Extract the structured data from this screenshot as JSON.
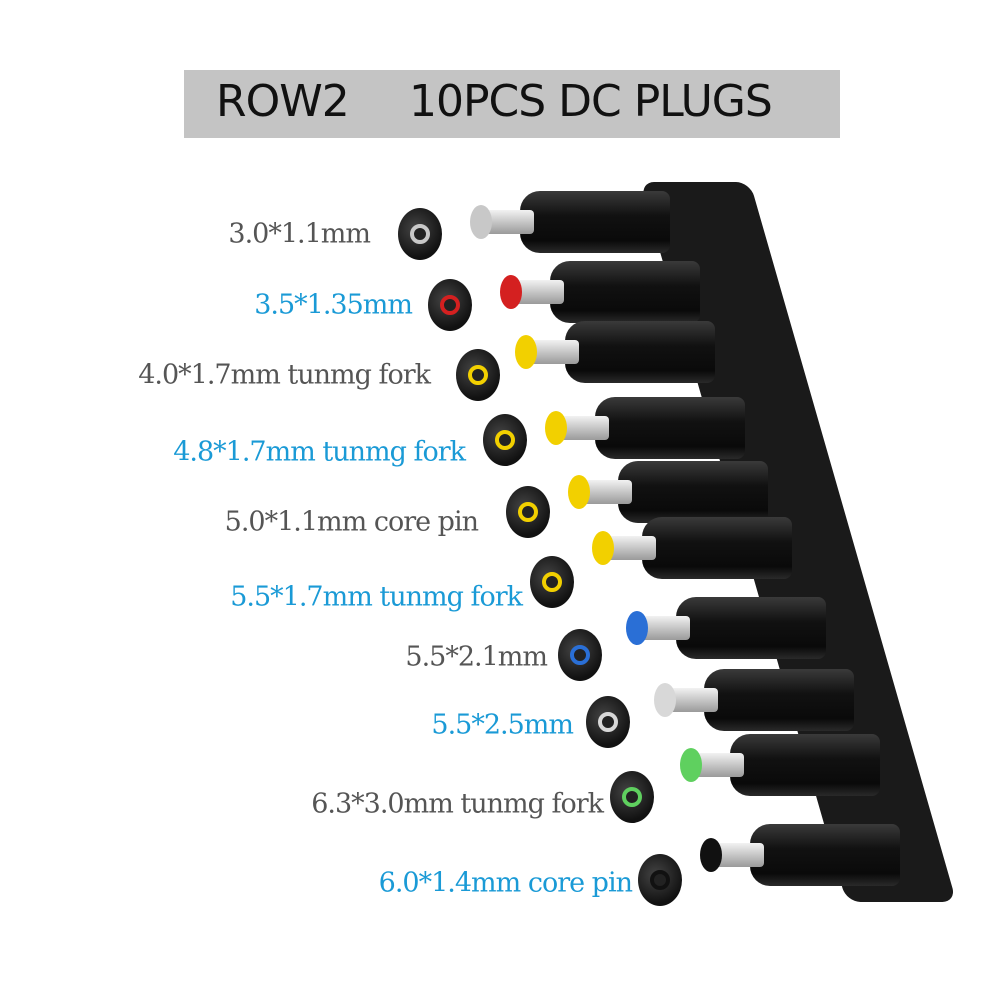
{
  "banner": {
    "row": "ROW2",
    "title": "10PCS DC PLUGS"
  },
  "plugs": [
    {
      "label": "3.0*1.1mm",
      "style": "gray",
      "tip_color": "#c8c8c8"
    },
    {
      "label": "3.5*1.35mm",
      "style": "blue",
      "tip_color": "#d42020"
    },
    {
      "label": "4.0*1.7mm tunmg fork",
      "style": "gray",
      "tip_color": "#f2d000"
    },
    {
      "label": "4.8*1.7mm tunmg fork",
      "style": "blue",
      "tip_color": "#f2d000"
    },
    {
      "label": "5.0*1.1mm core pin",
      "style": "gray",
      "tip_color": "#f2d000"
    },
    {
      "label": "5.5*1.7mm tunmg fork",
      "style": "blue",
      "tip_color": "#f2d000"
    },
    {
      "label": "5.5*2.1mm",
      "style": "gray",
      "tip_color": "#2a6fd6"
    },
    {
      "label": "5.5*2.5mm",
      "style": "blue",
      "tip_color": "#d8d8d8"
    },
    {
      "label": "6.3*3.0mm tunmg fork",
      "style": "gray",
      "tip_color": "#5fd05f"
    },
    {
      "label": "6.0*1.4mm core pin",
      "style": "blue",
      "tip_color": "#111111"
    }
  ]
}
